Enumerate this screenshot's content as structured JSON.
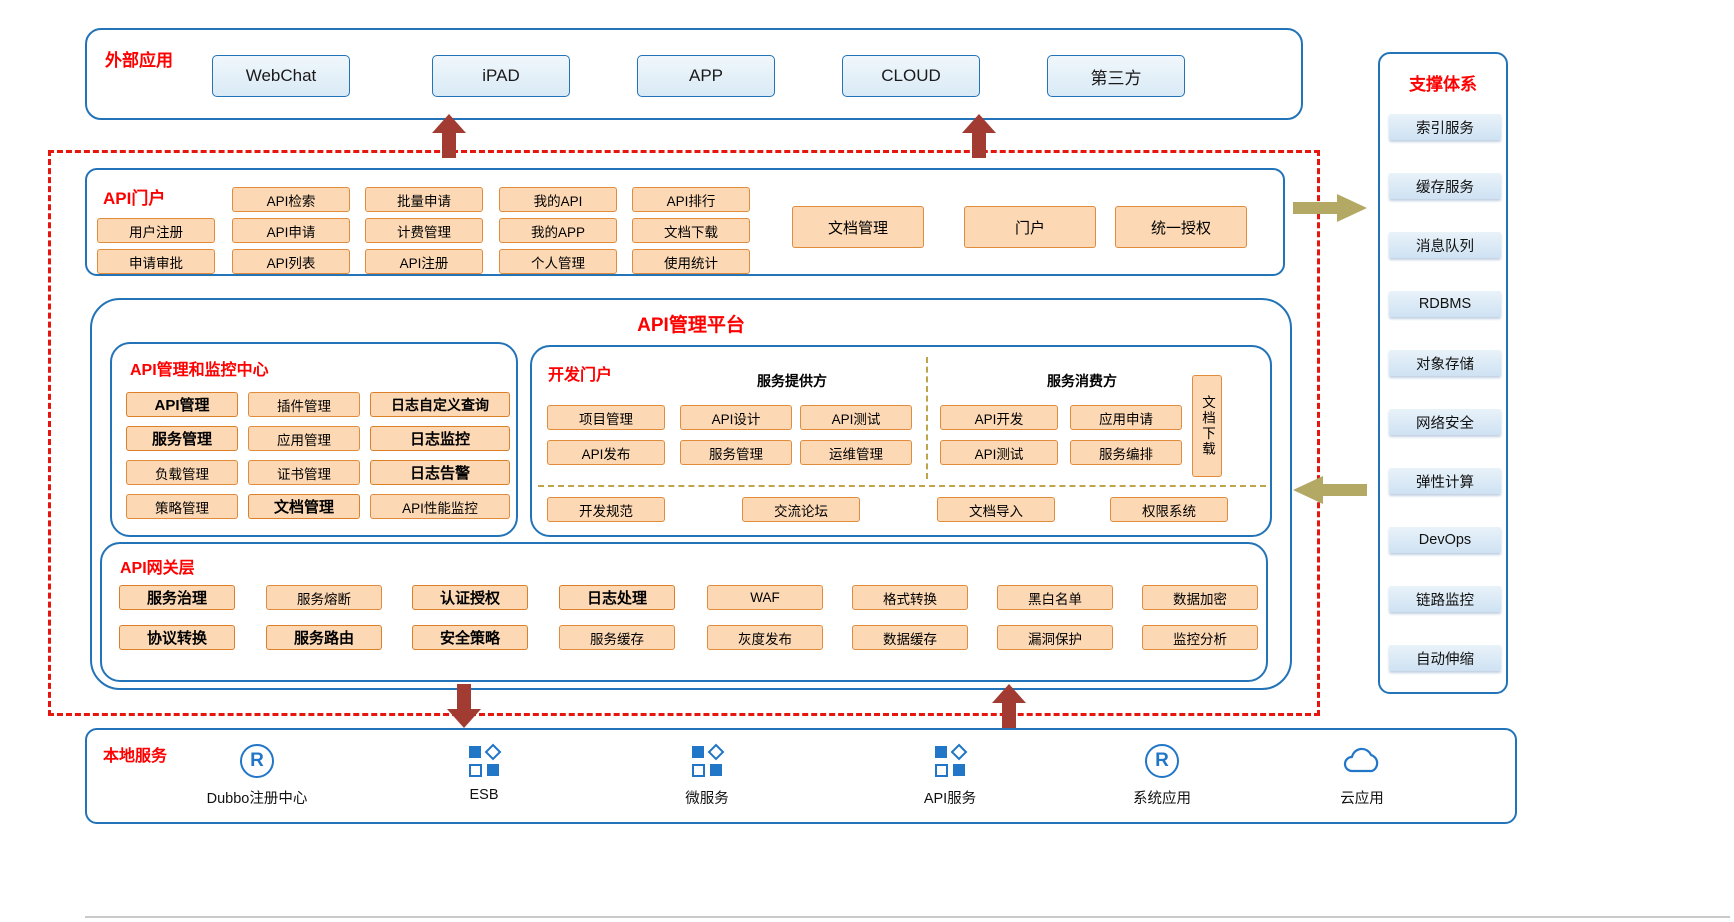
{
  "colors": {
    "panel_border": "#2273b8",
    "title_red": "#fe0000",
    "orange_fill": "#fcd8b4",
    "orange_border": "#e08c3c",
    "blue_button_fill": "#d9eaf6",
    "support_item_fill": "#cfe2f3",
    "dark_red_arrow": "#a23b32",
    "tan_arrow": "#b3a965",
    "dashed_boundary_red": "#e6150d"
  },
  "external_apps": {
    "title": "外部应用",
    "items": [
      "WebChat",
      "iPAD",
      "APP",
      "CLOUD",
      "第三方"
    ]
  },
  "api_portal": {
    "title": "API门户",
    "row1": [
      "API检索",
      "批量申请",
      "我的API",
      "API排行"
    ],
    "row2": [
      "用户注册",
      "API申请",
      "计费管理",
      "我的APP",
      "文档下载"
    ],
    "row3": [
      "申请审批",
      "API列表",
      "API注册",
      "个人管理",
      "使用统计"
    ],
    "big_buttons": [
      "文档管理",
      "门户",
      "统一授权"
    ]
  },
  "platform": {
    "title": "API管理平台",
    "monitor_center": {
      "title": "API管理和监控中心",
      "col1": [
        "API管理",
        "服务管理",
        "负载管理",
        "策略管理"
      ],
      "col2": [
        "插件管理",
        "应用管理",
        "证书管理",
        "文档管理"
      ],
      "col3": [
        "日志自定义查询",
        "日志监控",
        "日志告警",
        "API性能监控"
      ]
    },
    "dev_portal": {
      "title": "开发门户",
      "provider_title": "服务提供方",
      "provider_row1": [
        "项目管理",
        "API设计",
        "API测试"
      ],
      "provider_row2": [
        "API发布",
        "服务管理",
        "运维管理"
      ],
      "consumer_title": "服务消费方",
      "consumer_row1": [
        "API开发",
        "应用申请"
      ],
      "consumer_row2": [
        "API测试",
        "服务编排"
      ],
      "doc_download": "文档下载",
      "bottom_row": [
        "开发规范",
        "交流论坛",
        "文档导入",
        "权限系统"
      ]
    },
    "gateway": {
      "title": "API网关层",
      "row1": [
        "服务治理",
        "服务熔断",
        "认证授权",
        "日志处理",
        "WAF",
        "格式转换",
        "黑白名单",
        "数据加密"
      ],
      "row2": [
        "协议转换",
        "服务路由",
        "安全策略",
        "服务缓存",
        "灰度发布",
        "数据缓存",
        "漏洞保护",
        "监控分析"
      ]
    }
  },
  "local_services": {
    "title": "本地服务",
    "items": [
      {
        "label": "Dubbo注册中心",
        "icon": "registered-icon"
      },
      {
        "label": "ESB",
        "icon": "modules-icon"
      },
      {
        "label": "微服务",
        "icon": "modules-icon"
      },
      {
        "label": "API服务",
        "icon": "modules-icon"
      },
      {
        "label": "系统应用",
        "icon": "registered-icon"
      },
      {
        "label": "云应用",
        "icon": "cloud-icon"
      }
    ]
  },
  "support_system": {
    "title": "支撑体系",
    "items": [
      "索引服务",
      "缓存服务",
      "消息队列",
      "RDBMS",
      "对象存储",
      "网络安全",
      "弹性计算",
      "DevOps",
      "链路监控",
      "自动伸缩"
    ]
  }
}
